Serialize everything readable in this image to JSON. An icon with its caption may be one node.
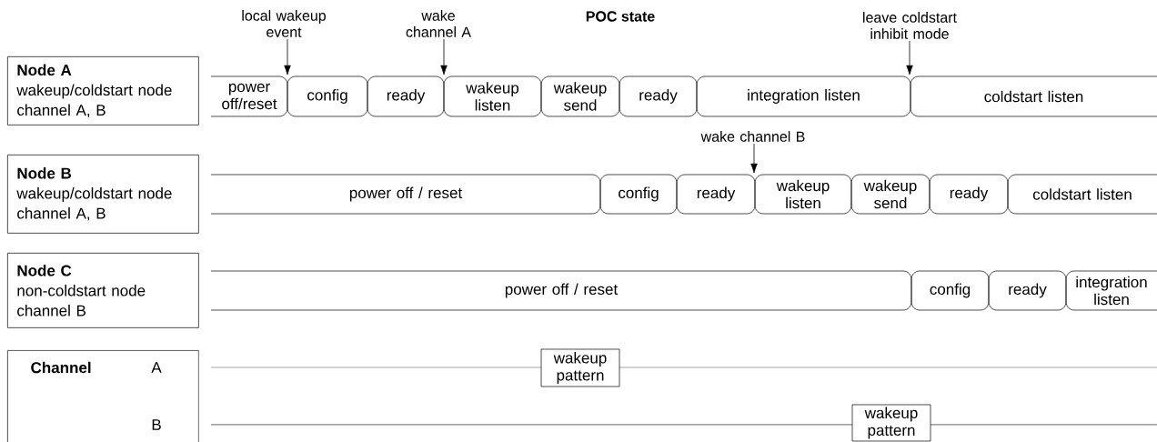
{
  "diagram": {
    "title": "POC state",
    "nodes": [
      {
        "text": [
          "local wakeup event"
        ]
      },
      {
        "text": [
          "wake channel A"
        ]
      },
      {
        "text": [
          "leave coldstart inhibit mode"
        ]
      },
      {
        "text": [
          "Node A",
          "wakeup/coldstart node channel A, B"
        ]
      },
      {
        "text": [
          "power off/reset"
        ]
      },
      {
        "text": [
          "config"
        ]
      },
      {
        "text": [
          "ready"
        ]
      },
      {
        "text": [
          "wakeup listen"
        ]
      },
      {
        "text": [
          "wakeup send"
        ]
      },
      {
        "text": [
          "ready"
        ]
      },
      {
        "text": [
          "integration listen"
        ]
      },
      {
        "text": [
          "coldstart listen"
        ]
      },
      {
        "text": [
          "wake channel B"
        ]
      },
      {
        "text": [
          "Node B",
          "wakeup/coldstart node channel A, B"
        ]
      },
      {
        "text": [
          "power off / reset"
        ]
      },
      {
        "text": [
          "config"
        ]
      },
      {
        "text": [
          "ready"
        ]
      },
      {
        "text": [
          "wakeup listen"
        ]
      },
      {
        "text": [
          "wakeup send"
        ]
      },
      {
        "text": [
          "ready"
        ]
      },
      {
        "text": [
          "coldstart listen"
        ]
      },
      {
        "text": [
          "Node C",
          "non-coldstart node channel B"
        ]
      },
      {
        "text": [
          "power off / reset"
        ]
      },
      {
        "text": [
          "config"
        ]
      },
      {
        "text": [
          "ready"
        ]
      },
      {
        "text": [
          "integration listen"
        ]
      },
      {
        "text": [
          "Channel",
          "A",
          "B"
        ]
      },
      {
        "text": [
          "wakeup pattern"
        ]
      },
      {
        "text": [
          "wakeup pattern"
        ]
      }
    ],
    "edges": [
      {
        "from": 0,
        "to": 4,
        "arrow": "to"
      },
      {
        "from": 1,
        "to": 6,
        "arrow": "to"
      },
      {
        "from": 2,
        "to": 11,
        "arrow": "to"
      },
      {
        "from": 12,
        "to": 16,
        "arrow": "to"
      }
    ]
  }
}
